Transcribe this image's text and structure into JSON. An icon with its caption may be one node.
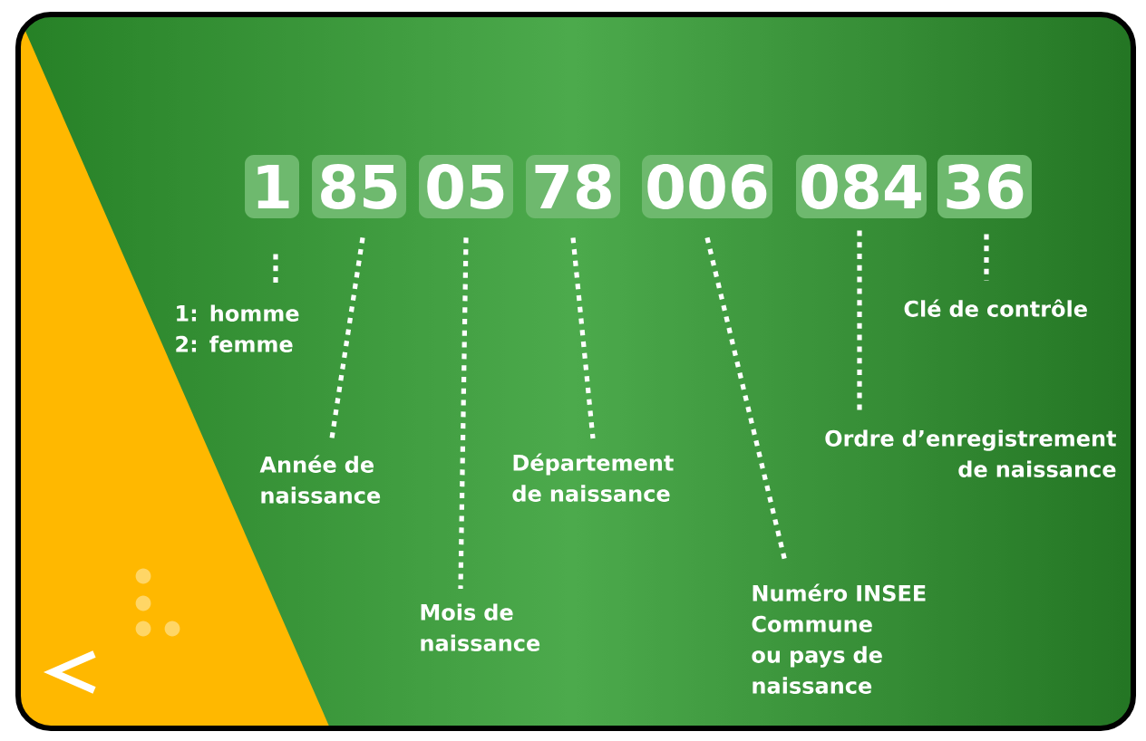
{
  "diagram": {
    "nodes": [
      {
        "text": [
          "1"
        ]
      },
      {
        "text": [
          "85"
        ]
      },
      {
        "text": [
          "05"
        ]
      },
      {
        "text": [
          "78"
        ]
      },
      {
        "text": [
          "006"
        ]
      },
      {
        "text": [
          "084"
        ]
      },
      {
        "text": [
          "36"
        ]
      },
      {
        "text": [
          "1: homme",
          "2: femme"
        ]
      },
      {
        "text": [
          "Année de naissance"
        ]
      },
      {
        "text": [
          "Mois de naissance"
        ]
      },
      {
        "text": [
          "Département de naissance"
        ]
      },
      {
        "text": [
          "Numéro INSEE",
          "Commune ou pays de naissance"
        ]
      },
      {
        "text": [
          "Ordre d’enregistrement de naissance"
        ]
      },
      {
        "text": [
          "Clé de contrôle"
        ]
      }
    ],
    "edges": [
      {
        "from": 0,
        "to": 7,
        "arrow": "none"
      },
      {
        "from": 1,
        "to": 8,
        "arrow": "none"
      },
      {
        "from": 2,
        "to": 9,
        "arrow": "none"
      },
      {
        "from": 3,
        "to": 10,
        "arrow": "none"
      },
      {
        "from": 4,
        "to": 11,
        "arrow": "none"
      },
      {
        "from": 5,
        "to": 12,
        "arrow": "none"
      },
      {
        "from": 6,
        "to": 13,
        "arrow": "none"
      }
    ]
  }
}
